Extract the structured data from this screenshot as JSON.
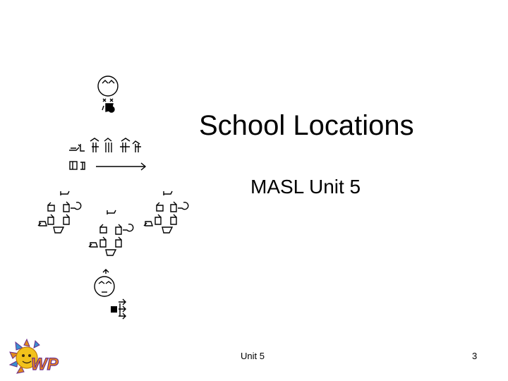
{
  "slide": {
    "title": "School Locations",
    "subtitle": "MASL Unit 5",
    "footer": "Unit 5",
    "page_number": "3"
  },
  "graphics": {
    "signwriting_icon": "signwriting-sign-sequence-icon",
    "logo_icon": "sun-wp-logo-icon",
    "logo_colors": {
      "rays": "#e08a1c",
      "sun": "#f2c21b",
      "letters": "#ef8a17",
      "letter_outline": "#6b2c8a",
      "face": "#3a8fd0"
    }
  }
}
